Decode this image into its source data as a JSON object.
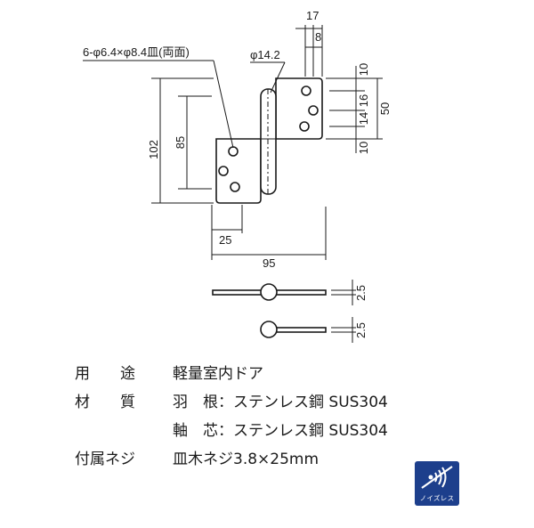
{
  "drawing": {
    "hole_callout": "6-φ6.4×φ8.4皿(両面)",
    "pin_diameter": "φ14.2",
    "top_width_17": "17",
    "top_width_8": "8",
    "height_102": "102",
    "height_85": "85",
    "width_25": "25",
    "width_95": "95",
    "pitch_top_10": "10",
    "pitch_16": "16",
    "pitch_14": "14",
    "pitch_bottom_10": "10",
    "total_50": "50",
    "thickness_1": "2.5",
    "thickness_2": "2.5"
  },
  "specs": {
    "usage_label": "用　　途",
    "usage_value": "軽量室内ドア",
    "material_label": "材　　質",
    "material_leaf": "羽　根：ステンレス鋼 SUS304",
    "material_shaft": "軸　芯：ステンレス鋼 SUS304",
    "accessory_label": "付属ネジ",
    "accessory_value": "皿木ネジ3.8×25mm"
  },
  "badge": {
    "label": "ノイズレス",
    "color": "#1d3f8c",
    "icon": "sound-waves-icon"
  }
}
